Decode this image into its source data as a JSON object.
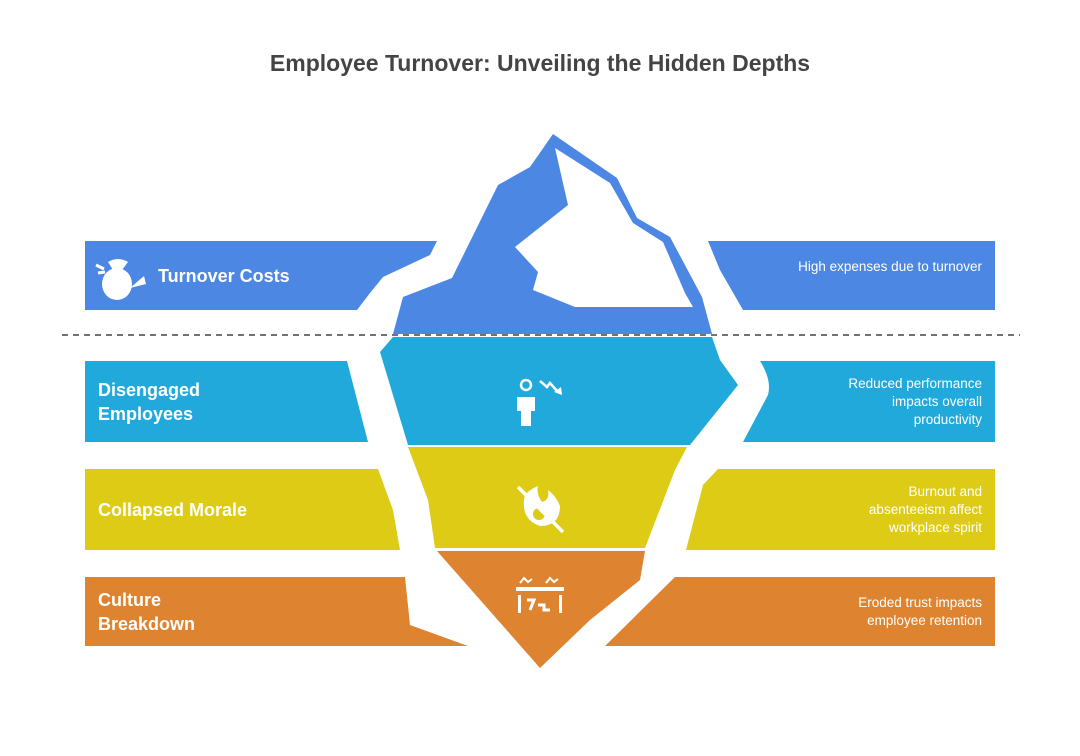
{
  "title": "Employee Turnover: Unveiling the Hidden Depths",
  "colors": {
    "blue": "#4C87E3",
    "cyan": "#20A9DA",
    "yellow": "#DDCB16",
    "orange": "#DE8431"
  },
  "layers": [
    {
      "label": "Turnover Costs",
      "description": "High expenses due to turnover",
      "icon": "money-bag-icon"
    },
    {
      "label": "Disengaged Employees",
      "description": "Reduced performance impacts overall productivity",
      "icon": "declining-employee-icon"
    },
    {
      "label": "Collapsed Morale",
      "description": "Burnout and absenteeism affect workplace spirit",
      "icon": "extinguished-fire-icon"
    },
    {
      "label": "Culture Breakdown",
      "description": "Eroded trust impacts employee retention",
      "icon": "broken-structure-icon"
    }
  ]
}
